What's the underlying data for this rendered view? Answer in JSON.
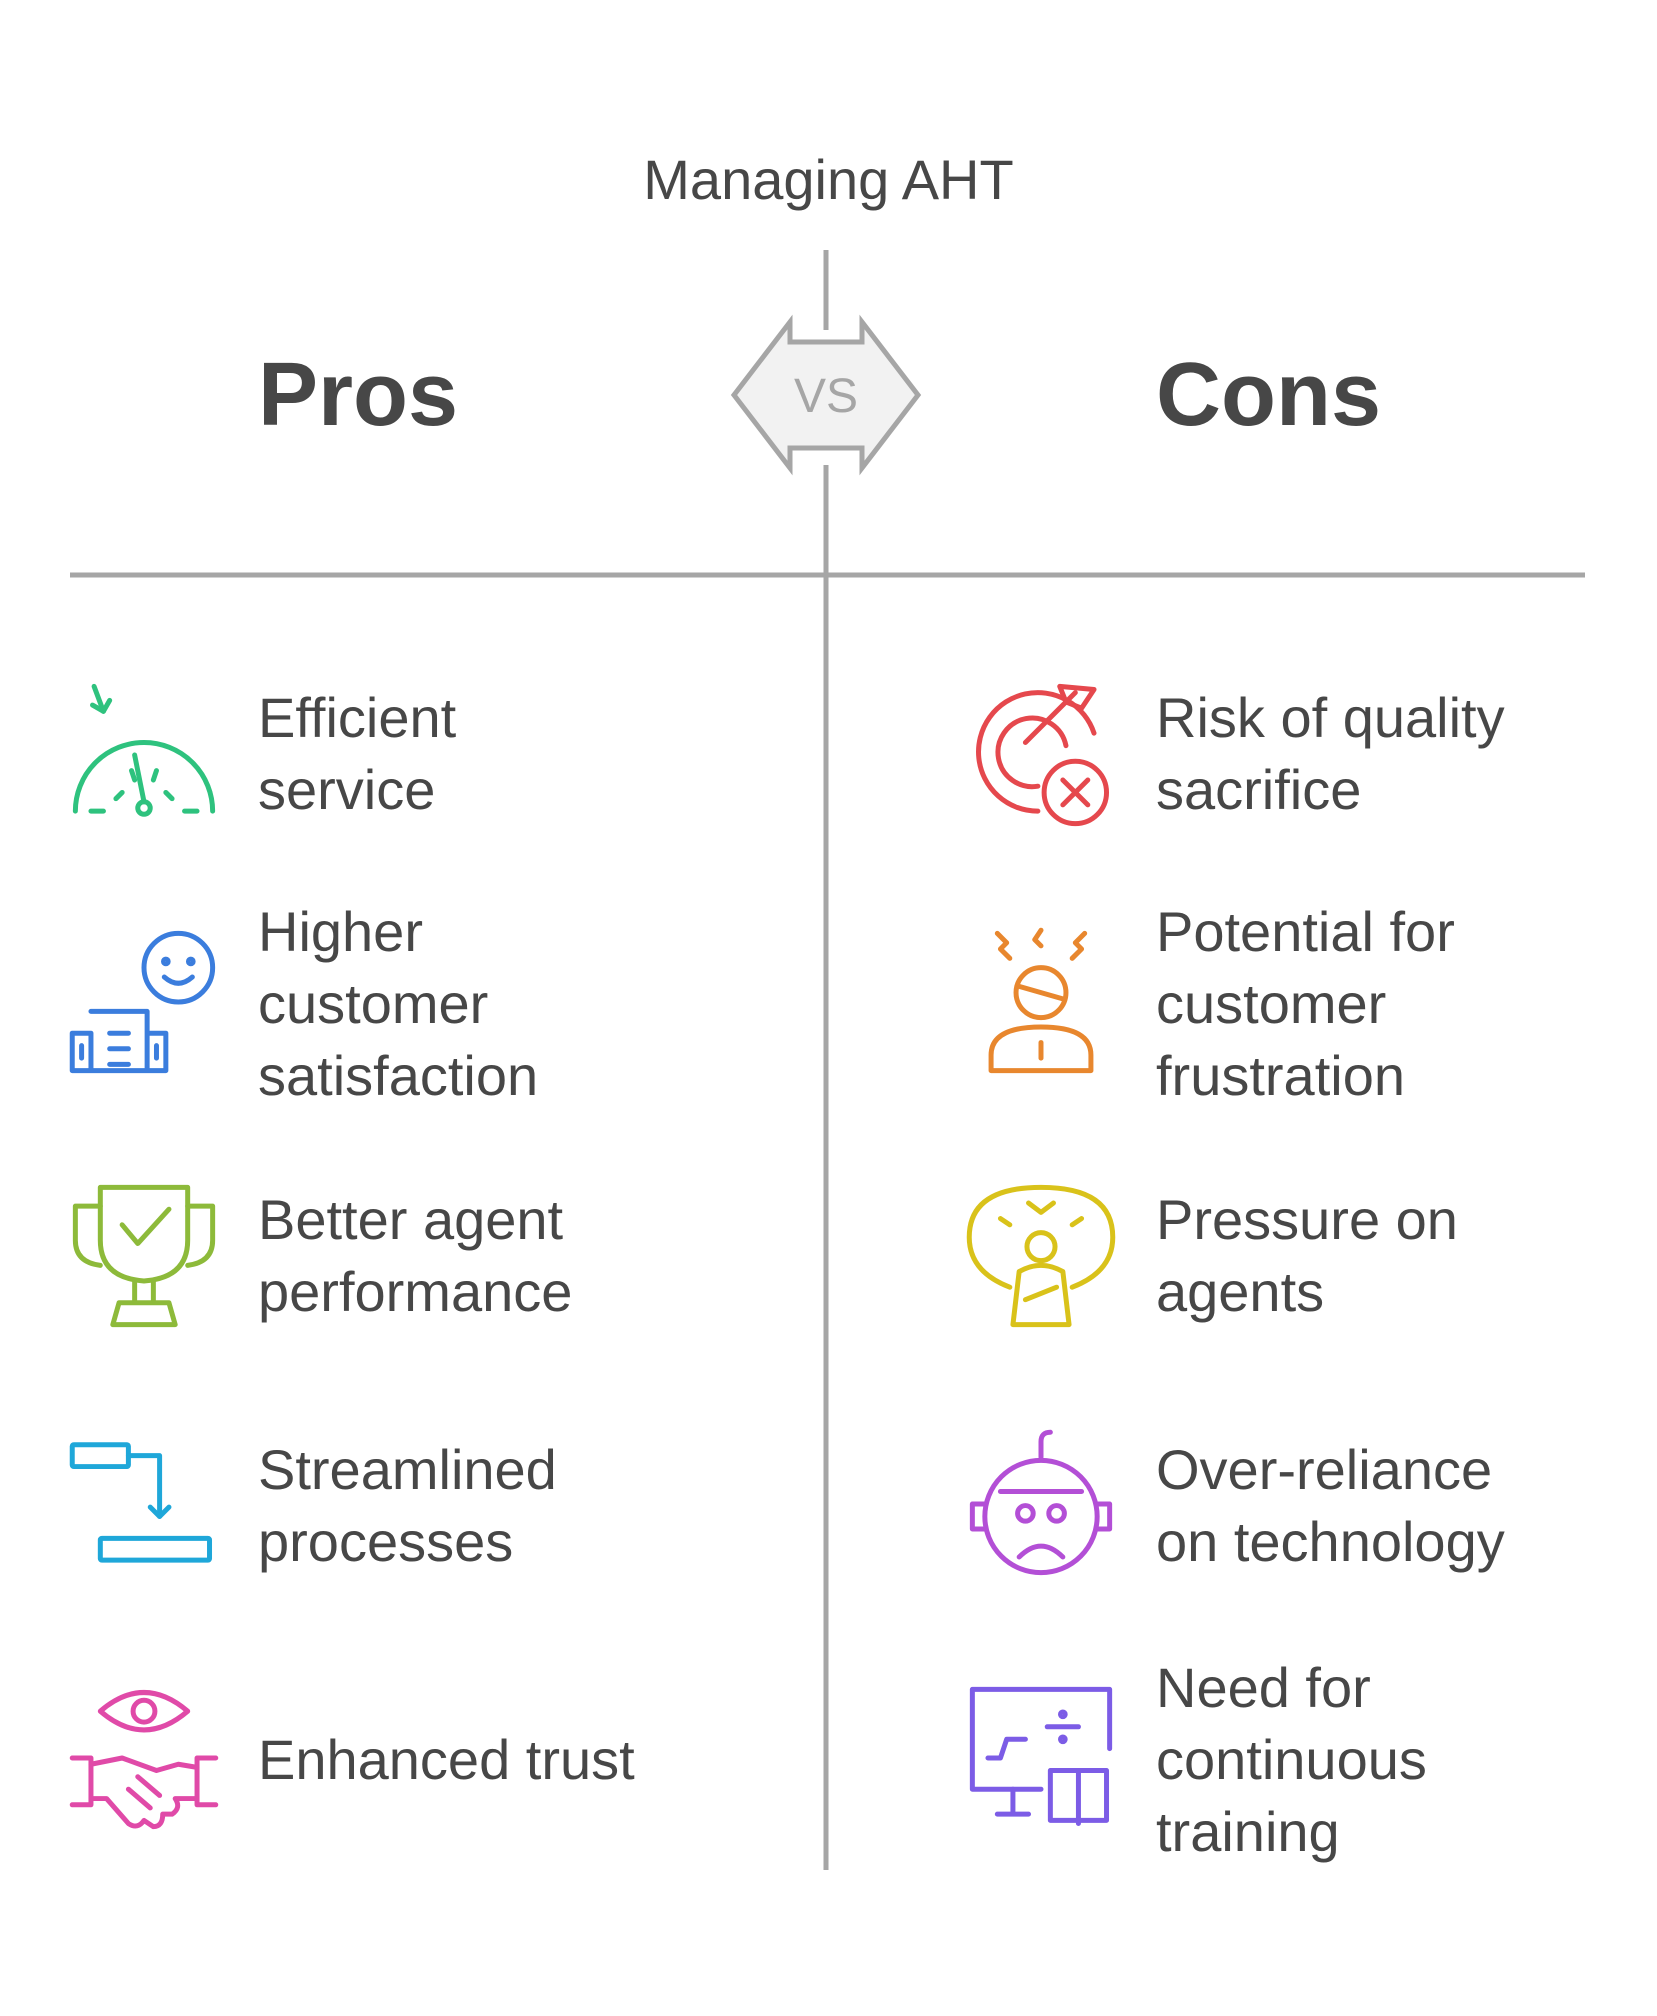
{
  "title": "Managing AHT",
  "vs_label": "VS",
  "pros": {
    "heading": "Pros",
    "items": [
      {
        "lines": [
          "Efficient",
          "service"
        ],
        "icon": "speedometer-icon",
        "color": "#2EC27E"
      },
      {
        "lines": [
          "Higher",
          "customer",
          "satisfaction"
        ],
        "icon": "smiley-buildings-icon",
        "color": "#3B7DDD"
      },
      {
        "lines": [
          "Better agent",
          "performance"
        ],
        "icon": "trophy-check-icon",
        "color": "#8DBA3A"
      },
      {
        "lines": [
          "Streamlined",
          "processes"
        ],
        "icon": "process-flow-icon",
        "color": "#1FA7D9"
      },
      {
        "lines": [
          "Enhanced trust"
        ],
        "icon": "handshake-eye-icon",
        "color": "#E04AA8"
      }
    ]
  },
  "cons": {
    "heading": "Cons",
    "items": [
      {
        "lines": [
          "Risk of quality",
          "sacrifice"
        ],
        "icon": "target-x-icon",
        "color": "#E5484D"
      },
      {
        "lines": [
          "Potential for",
          "customer",
          "frustration"
        ],
        "icon": "frustrated-person-icon",
        "color": "#E8872E"
      },
      {
        "lines": [
          "Pressure on",
          "agents"
        ],
        "icon": "pressured-agent-icon",
        "color": "#D9C21A"
      },
      {
        "lines": [
          "Over-reliance",
          "on technology"
        ],
        "icon": "sad-robot-icon",
        "color": "#B34FD6"
      },
      {
        "lines": [
          "Need for",
          "continuous",
          "training"
        ],
        "icon": "training-screen-icon",
        "color": "#7C5CE6"
      }
    ]
  },
  "colors": {
    "text": "#474747",
    "lines": "#A6A6A6",
    "vs_fill": "#F2F2F2"
  }
}
